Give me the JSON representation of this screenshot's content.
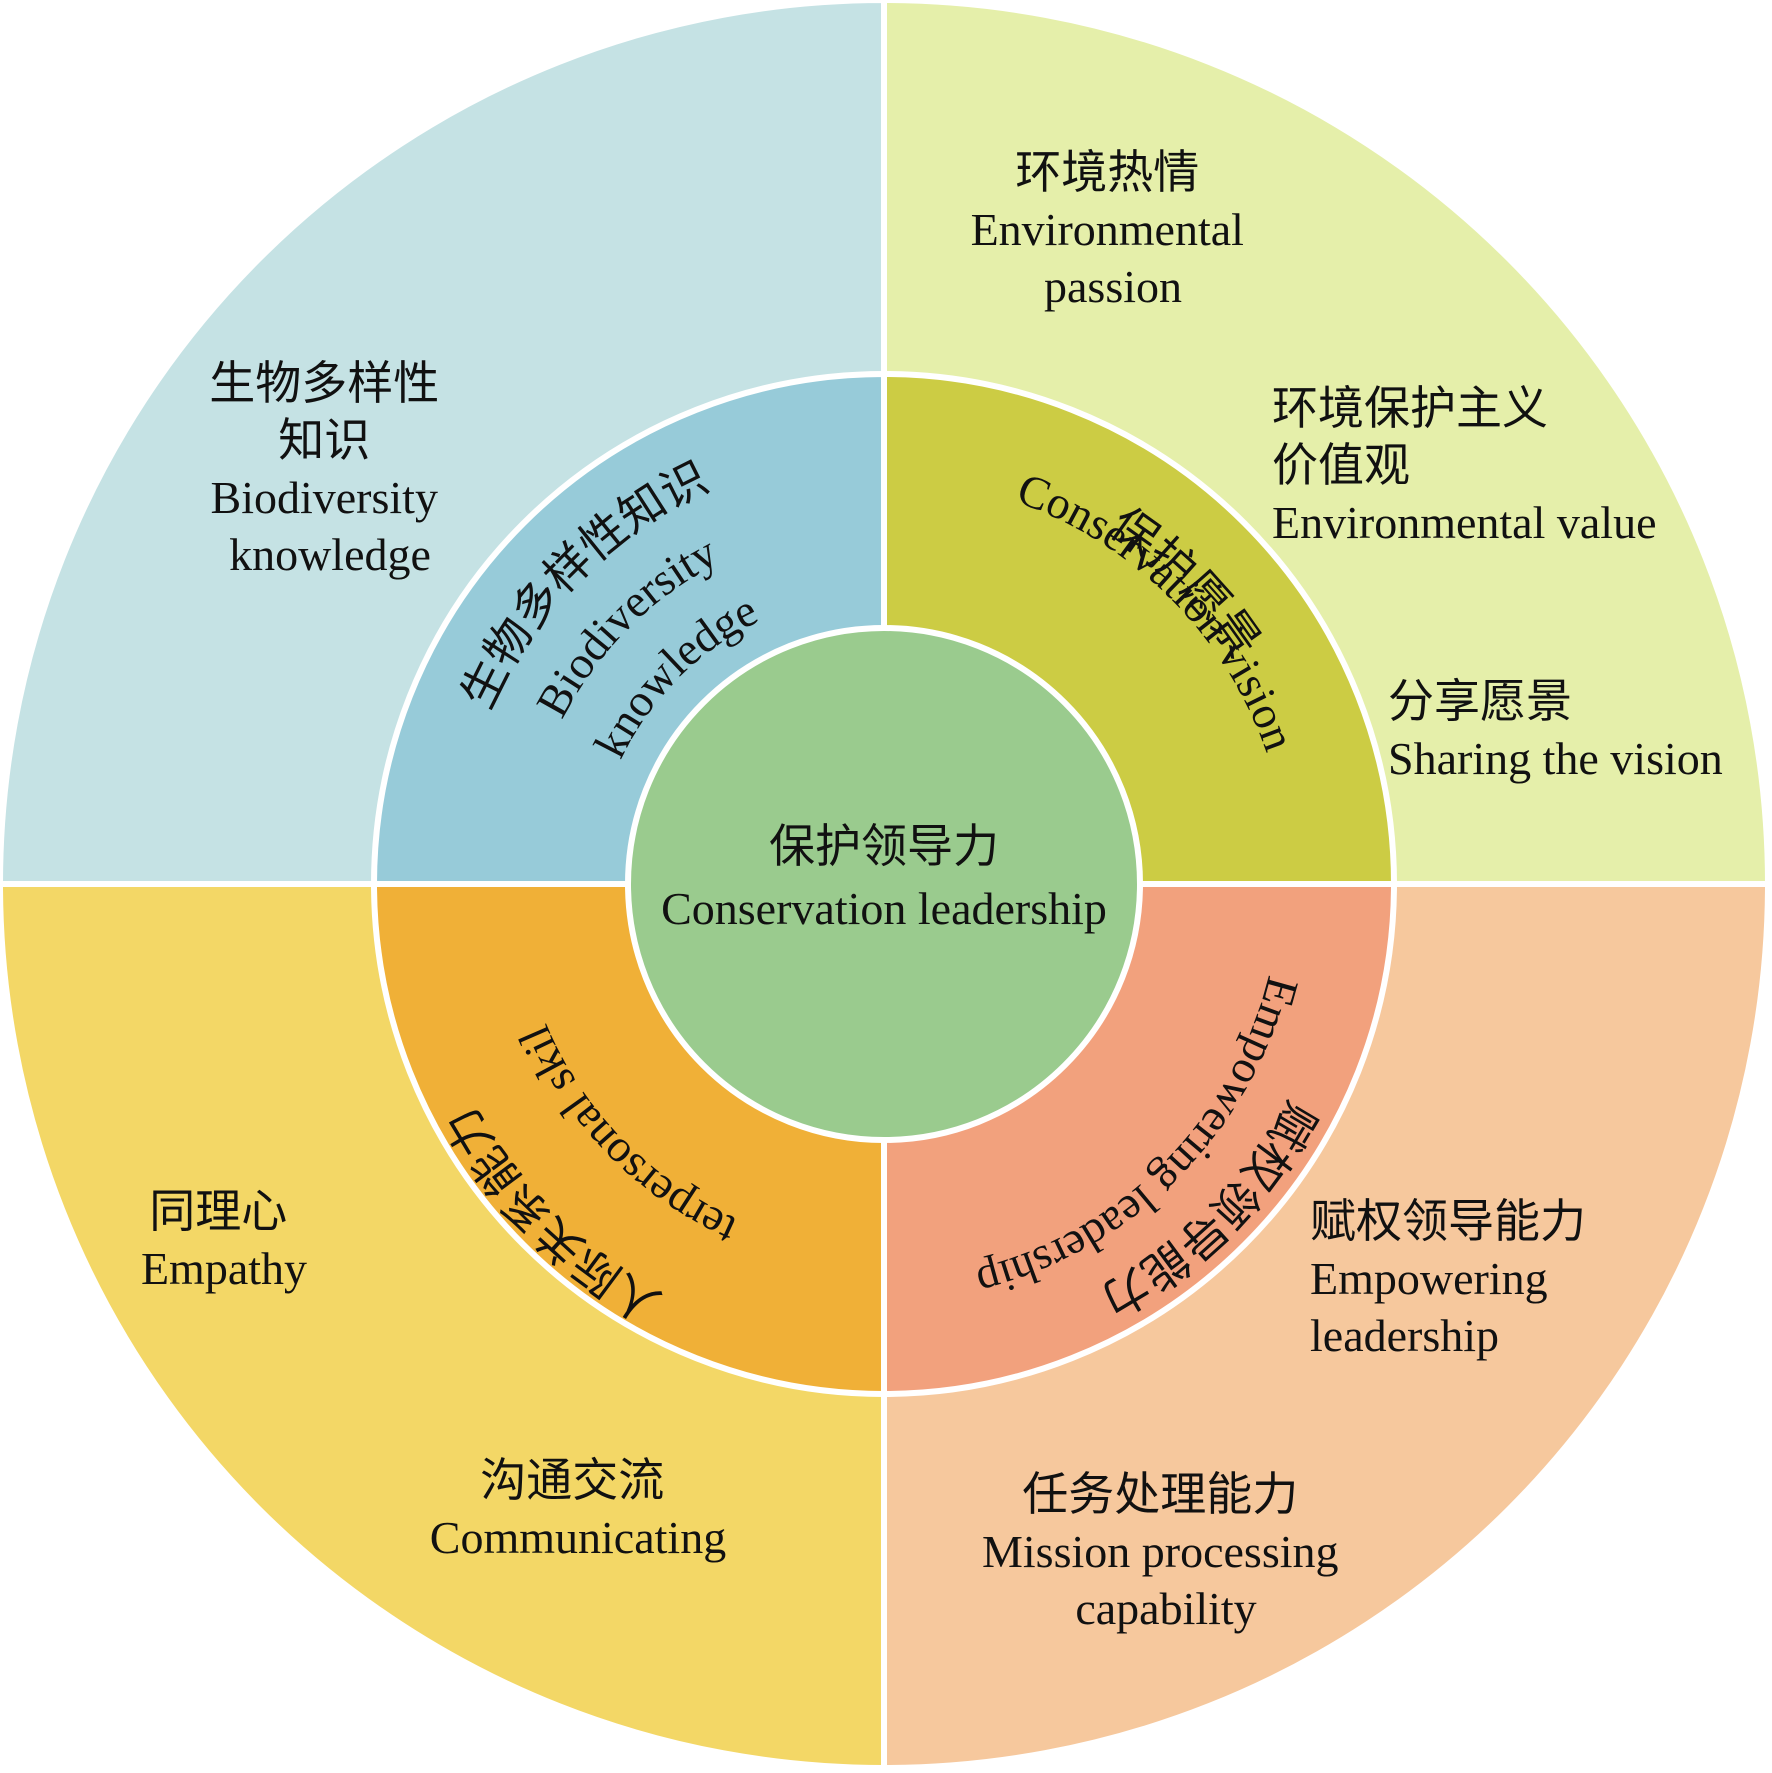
{
  "center": {
    "zh": "保护领导力",
    "en": "Conservation leadership",
    "color": "#9ACB8E"
  },
  "quadrants": [
    {
      "id": "q1",
      "outer_color": "#C5E2E4",
      "inner_color": "#97CBD9",
      "ring": {
        "zh": "生物多样性知识",
        "en1": "Biodiversity",
        "en2": "knowledge"
      },
      "items": [
        {
          "lines": [
            "生物多样性",
            "知识",
            "Biodiversity",
            "knowledge"
          ]
        }
      ]
    },
    {
      "id": "q2",
      "outer_color": "#E5EFAA",
      "inner_color": "#CCCC44",
      "ring": {
        "zh": "保护愿景",
        "en1": "Conservation vision"
      },
      "items": [
        {
          "lines": [
            "环境热情",
            "Environmental",
            "passion"
          ]
        },
        {
          "lines": [
            "环境保护主义",
            "价值观",
            "Environmental value"
          ]
        },
        {
          "lines": [
            "分享愿景",
            "Sharing the vision"
          ]
        }
      ]
    },
    {
      "id": "q3",
      "outer_color": "#F3D766",
      "inner_color": "#F0B037",
      "ring": {
        "zh": "人际关系能力",
        "en1": "Interpersonal skills"
      },
      "items": [
        {
          "lines": [
            "同理心",
            "Empathy"
          ]
        },
        {
          "lines": [
            "沟通交流",
            "Communicating"
          ]
        }
      ]
    },
    {
      "id": "q4",
      "outer_color": "#F6C89D",
      "inner_color": "#F2A17D",
      "ring": {
        "zh": "赋权领导能力",
        "en1": "Empowering leadership"
      },
      "items": [
        {
          "lines": [
            "赋权领导能力",
            "Empowering",
            "leadership"
          ]
        },
        {
          "lines": [
            "任务处理能力",
            "Mission processing",
            "capability"
          ]
        }
      ]
    }
  ]
}
